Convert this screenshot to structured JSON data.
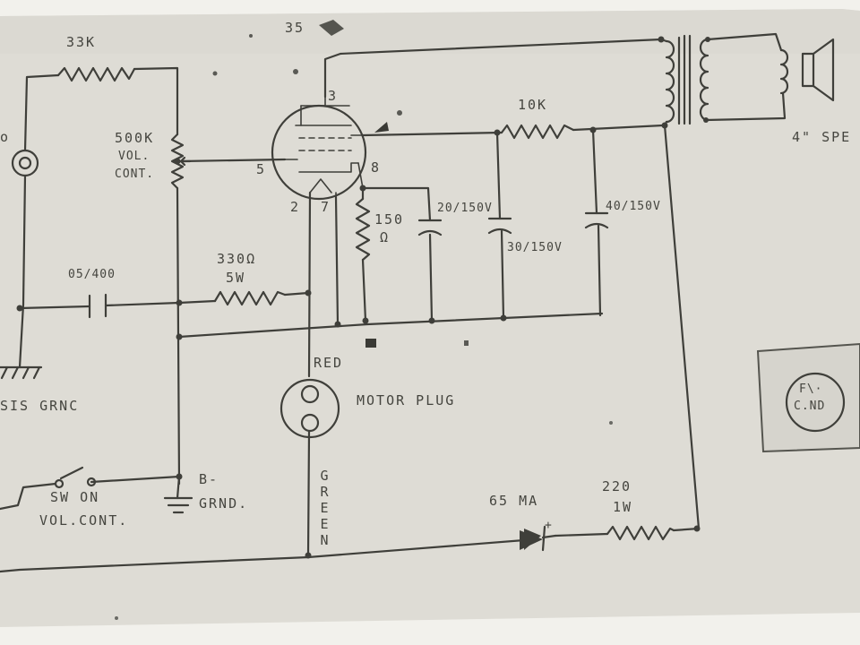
{
  "labels": {
    "r_33k": "33K",
    "pot_value": "500K",
    "pot_vol": "VOL.",
    "pot_cont": "CONT.",
    "tube_type": "35",
    "pin_3": "3",
    "pin_5": "5",
    "pin_8": "8",
    "pin_2": "2",
    "pin_7": "7",
    "r_10k": "10K",
    "speaker": "4\" SPE",
    "input_edge": "o",
    "cap_coupling": "05/400",
    "r_330_value": "330Ω",
    "r_330_watt": "5W",
    "r_150_value": "150",
    "r_150_unit": "Ω",
    "cap_20": "20/150V",
    "cap_30": "30/150V",
    "cap_40": "40/150V",
    "chassis_ground": "SIS  GRNC",
    "red": "RED",
    "motor_plug": "MOTOR  PLUG",
    "green": "GREEN",
    "b_minus": "B-",
    "b_grnd": "GRND.",
    "sw_on": "SW  ON",
    "sw_vol_cont": "VOL.CONT.",
    "rect_current": "65 MA",
    "rect_plus": "+",
    "r_220_value": "220",
    "r_220_watt": "1W",
    "filter_line1": "F\\·",
    "filter_line2": "C.ND"
  },
  "colors": {
    "paper": "#ecebe6",
    "ink": "#3f3f3a"
  }
}
